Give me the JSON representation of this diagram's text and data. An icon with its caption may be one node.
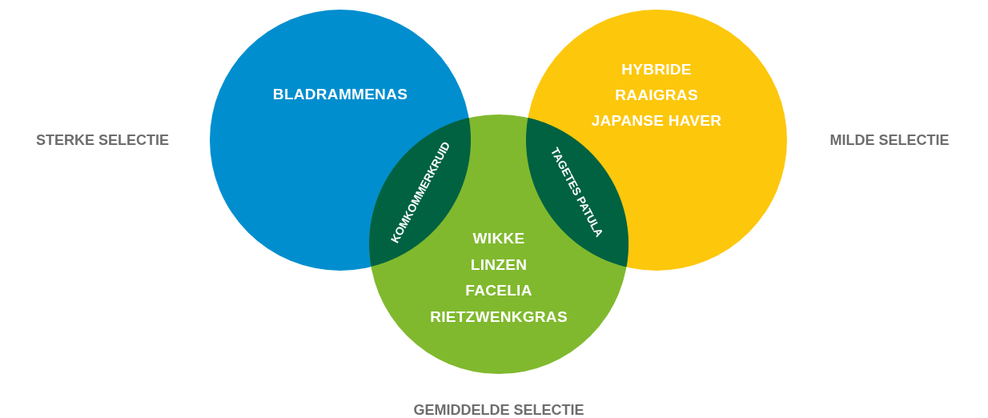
{
  "diagram": {
    "nodes": [
      {
        "text": [
          "BLADRAMMENAS"
        ],
        "beside": [
          "STERKE SELECTIE"
        ]
      },
      {
        "text": [
          "HYBRIDE",
          "RAAIGRAS",
          "JAPANSE HAVER"
        ],
        "beside": [
          "MILDE SELECTIE"
        ]
      },
      {
        "text": [
          "WIKKE",
          "LINZEN",
          "FACELIA",
          "RIETZWENKGRAS"
        ],
        "beside": [
          "GEMIDDELDE SELECTIE"
        ]
      },
      {
        "text": [
          "KOMKOMMERKRUID"
        ]
      },
      {
        "text": [
          "TAGETES PATULA"
        ]
      }
    ]
  }
}
